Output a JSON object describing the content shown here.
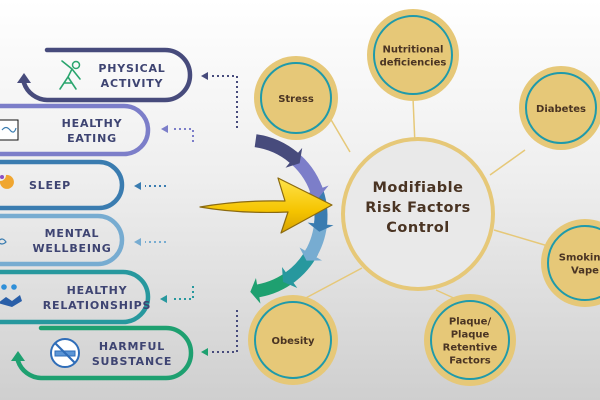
{
  "title": "Modifiable Risk Factors Control",
  "lifestyle_items": [
    {
      "lines": [
        "PHYSICAL",
        "ACTIVITY"
      ],
      "icon": "stretching-person-icon",
      "color": "#474b7c"
    },
    {
      "lines": [
        "HEALTHY",
        "EATING"
      ],
      "icon": "healthy-food-icon",
      "color": "#7c7ec9"
    },
    {
      "lines": [
        "SLEEP"
      ],
      "icon": "moon-sleep-icon",
      "color": "#3a7cb0"
    },
    {
      "lines": [
        "MENTAL",
        "WELLBEING"
      ],
      "icon": "brain-icon",
      "color": "#77acd1"
    },
    {
      "lines": [
        "HEALTHY",
        "RELATIONSHIPS"
      ],
      "icon": "handshake-icon",
      "color": "#27989e"
    },
    {
      "lines": [
        "HARMFUL",
        "SUBSTANCE"
      ],
      "icon": "no-smoking-icon",
      "color": "#1ea070"
    }
  ],
  "center": {
    "lines": [
      "Modifiable",
      "Risk Factors",
      "Control"
    ]
  },
  "risk_factors": [
    {
      "lines": [
        "Stress"
      ]
    },
    {
      "lines": [
        "Nutritional",
        "deficiencies"
      ]
    },
    {
      "lines": [
        "Diabetes"
      ]
    },
    {
      "lines": [
        "Smoking/",
        "Vape"
      ]
    },
    {
      "lines": [
        "Plaque/",
        "Plaque",
        "Retentive",
        "Factors"
      ]
    },
    {
      "lines": [
        "Obesity"
      ]
    }
  ],
  "colors": {
    "circle_fill": "#e6c878",
    "circle_ring": "#1f9aaa",
    "connector": "#e6c878",
    "arrow_yellow": "#f5c400",
    "text_dark": "#4a3423",
    "pill_text": "#3e4472"
  }
}
